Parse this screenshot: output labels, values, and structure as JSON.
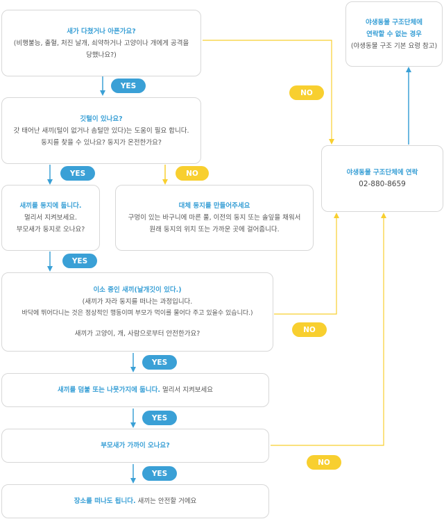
{
  "boxes": {
    "injured": {
      "title": "새가 다쳤거나 아픈가요?",
      "lines": [
        "(비행불능, 출혈, 처진 날개, 쇠약하거나 고양이나 개에게 공격을",
        "당했나요?)"
      ]
    },
    "feathers": {
      "title": "깃털이 있나요?",
      "lines": [
        "갓 태어난 새끼(털이 없거나 솜털만 있다)는 도움이 필요 합니다.",
        "둥지를 찾을 수 있나요? 둥지가 온전한가요?"
      ]
    },
    "return_nest": {
      "title": "새끼를 둥지에 둡니다.",
      "lines": [
        "멀리서 지켜보세요.",
        "부모새가 둥지로 오나요?"
      ]
    },
    "alt_nest": {
      "title": "대체 둥지를 만들어주세요",
      "lines": [
        "구멍이 있는 바구니에 마른 풀, 이전의 둥지 또는 솔잎을 채워서",
        "원래 둥지의 위치 또는 가까운 곳에 걸어줍니다."
      ]
    },
    "fledgling": {
      "title": "이소 중인 새끼(날개깃이 있다.)",
      "lines": [
        "(새끼가 자라 둥지를 떠나는 과정입니다.",
        "바닥에 뛰어다니는 것은 정상적인 행동이며 부모가 먹이를 물어다 주고 있을수 있습니다.)"
      ],
      "question": "새끼가 고양이, 개, 사람으로부터 안전한가요?"
    },
    "bush": {
      "title": "새끼를 덤불 또는 나뭇가지에 둡니다.",
      "text": " 멀리서 지켜보세요"
    },
    "parent_near": {
      "title": "부모새가 가까이 오나요?"
    },
    "leave": {
      "title": "장소를 떠나도 됩니다.",
      "text": " 새끼는 안전할 거에요"
    },
    "contact": {
      "title": "야생동물 구조단체에 연락",
      "phone": "02-880-8659"
    },
    "unreachable": {
      "title_lines": [
        "야생동물 구조단체에",
        "연락할 수 없는 경우"
      ],
      "note": "(야생동물 구조 기본 요령 참고)"
    }
  },
  "labels": {
    "yes": "YES",
    "no": "NO"
  },
  "colors": {
    "blue": "#3aa0d6",
    "yellow": "#f8cf2f",
    "border": "#d7d7d7"
  }
}
